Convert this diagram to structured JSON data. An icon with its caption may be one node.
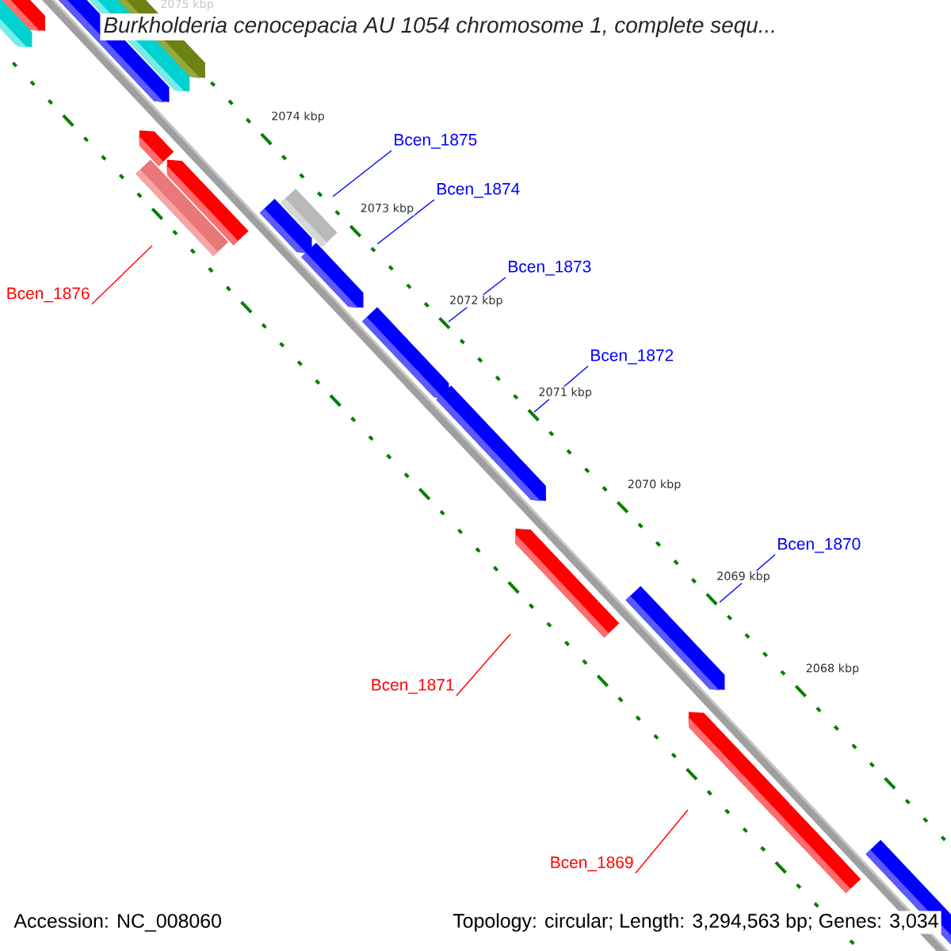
{
  "diagram": {
    "title": "Burkholderia cenocepacia AU 1054 chromosome 1, complete sequ...",
    "nodes": [
      {
        "text": [
          "Bcen_1875"
        ]
      },
      {
        "text": [
          "Bcen_1874"
        ]
      },
      {
        "text": [
          "Bcen_1873"
        ]
      },
      {
        "text": [
          "Bcen_1876"
        ]
      },
      {
        "text": [
          "Bcen_1872"
        ]
      },
      {
        "text": [
          "Bcen_1870"
        ]
      },
      {
        "text": [
          "Bcen_1871"
        ]
      },
      {
        "text": [
          "Bcen_1869"
        ]
      }
    ],
    "edges": [
      {
        "from": 0,
        "to": null,
        "arrow": "none"
      },
      {
        "from": 1,
        "to": null,
        "arrow": "none"
      },
      {
        "from": 2,
        "to": null,
        "arrow": "none"
      },
      {
        "from": 3,
        "to": null,
        "arrow": "none",
        "color": "#ff0000"
      },
      {
        "from": 4,
        "to": null,
        "arrow": "none"
      },
      {
        "from": 5,
        "to": null,
        "arrow": "none"
      },
      {
        "from": 6,
        "to": null,
        "arrow": "none",
        "color": "#ff0000"
      },
      {
        "from": 7,
        "to": null,
        "arrow": "none",
        "color": "#ff0000"
      }
    ],
    "labels": [
      "2075 kbp",
      "2074 kbp",
      "2073 kbp",
      "2072 kbp",
      "2071 kbp",
      "2070 kbp",
      "2069 kbp",
      "2068 kbp",
      "Accession: NC_008060",
      "Topology: circular; Length: 3,294,563 bp; Genes: 3,034"
    ]
  }
}
